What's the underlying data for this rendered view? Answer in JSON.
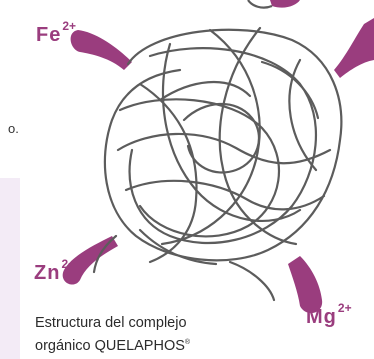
{
  "colors": {
    "accent": "#9a3d7e",
    "ion_text": "#9a3d7e",
    "coil": "#5c5c5c",
    "panel": "#f3ebf6"
  },
  "ions": [
    {
      "symbol": "Fe",
      "charge": "2+"
    },
    {
      "symbol": "Zn",
      "charge": "2+"
    },
    {
      "symbol": "Mg",
      "charge": "2+"
    }
  ],
  "caption": {
    "line1": "Estructura del complejo",
    "line2": "orgánico QUELAPHOS",
    "mark": "®"
  },
  "fragment": "o."
}
